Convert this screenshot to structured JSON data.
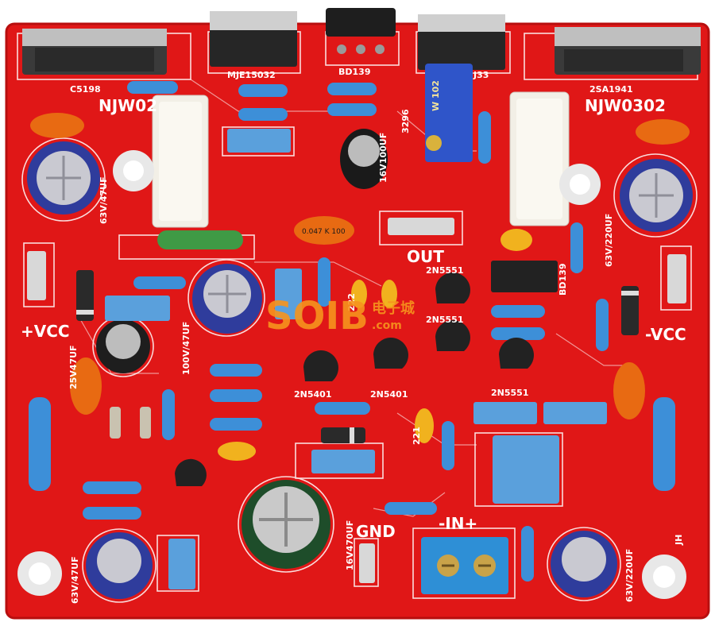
{
  "board": {
    "labels": {
      "c5198": "C5198",
      "mje15032": "MJE15032",
      "bd139_top": "BD139",
      "j33": "J33",
      "sa1941": "2SA1941",
      "njw_left": "NJW02",
      "njw_right": "NJW0302",
      "pot_code": "3296",
      "out": "OUT",
      "vcc_pos": "+VCC",
      "vcc_neg": "-VCC",
      "q_2n5551_a": "2N5551",
      "q_2n5551_b": "2N5551",
      "q_2n5551_c": "2N5551",
      "q_2n5401_a": "2N5401",
      "q_2n5401_b": "2N5401",
      "bd139_right": "BD139",
      "gnd": "GND",
      "in": "-IN+",
      "cap_63v47_top": "63V/47UF",
      "cap_63v220_top": "63V/220UF",
      "cap_100v47": "100V/47UF",
      "cap_16v470": "16V470UF",
      "cap_63v47_bottom": "63V/47UF",
      "cap_63v220_bottom": "63V/220UF",
      "cap_16v100": "16V100UF",
      "cap_25v47": "25V47UF",
      "pot_marking": "W 102",
      "film_cap_marking": "0.047 K 100",
      "jh": "JH",
      "r_221": "221",
      "r_222": "222"
    },
    "watermark": {
      "text": "SOIB",
      "small": "电子城",
      "sub": ".com"
    },
    "colors": {
      "pcb": "#e01717",
      "silkscreen": "#ffffff",
      "resistor_body": "#3d8fd8",
      "film_cap": "#e86a12",
      "blue_cap": "#5aa0dc",
      "electrolytic": "#2f3c9c",
      "transistor": "#222222",
      "ceramic_res": "#f2efe6",
      "watermark": "#f7941d"
    }
  }
}
